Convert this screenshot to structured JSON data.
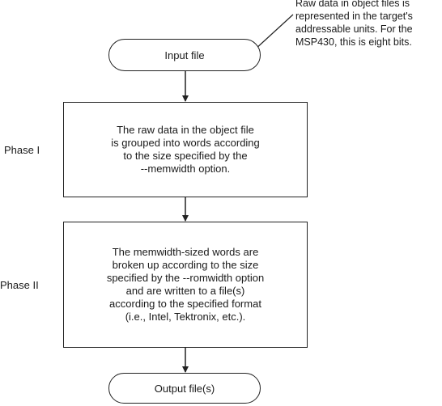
{
  "note": {
    "text": "Raw data in object files is\nrepresented in the target's\naddressable units. For the\nMSP430, this is eight bits."
  },
  "nodes": {
    "input": "Input file",
    "phase1": "The raw data in the object file\nis grouped into words according\nto the size specified by the\n--memwidth option.",
    "phase2": "The memwidth-sized words are\nbroken up according to the size\nspecified by the --romwidth option\nand are written to a file(s)\naccording to the specified format\n(i.e., Intel, Tektronix, etc.).",
    "output": "Output file(s)"
  },
  "phases": {
    "phase1": "Phase I",
    "phase2": "Phase II"
  }
}
